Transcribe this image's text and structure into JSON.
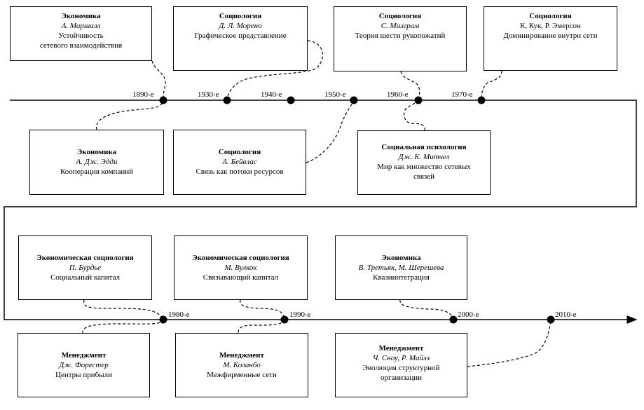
{
  "timeline": {
    "upper_labels": [
      "1890-е",
      "1930-е",
      "1940-е",
      "1950-е",
      "1960-е",
      "1970-е"
    ],
    "lower_labels": [
      "1980-е",
      "1990-е",
      "2000-е",
      "2010-е"
    ]
  },
  "boxes": {
    "b1": {
      "field": "Экономика",
      "author": "А. Маршалл",
      "lines": [
        "Устойчивость",
        "сетевого взаимодействия"
      ]
    },
    "b2": {
      "field": "Социология",
      "author": "Д. Л. Морено",
      "lines": [
        "Графическое представление"
      ]
    },
    "b3": {
      "field": "Социология",
      "author": "С. Милграм",
      "lines": [
        "Теория шести рукопожатий"
      ]
    },
    "b4": {
      "field": "Социология",
      "author": "",
      "lines": [
        "К, Кук, Р. Эмерсон",
        "Доминирование внутри сети"
      ]
    },
    "b5": {
      "field": "Экономика",
      "author": "А. Дж. Эдди",
      "lines": [
        "Кооперация компаний"
      ]
    },
    "b6": {
      "field": "Социология",
      "author": "А. Бейвлас",
      "lines": [
        "Связь как потоки ресурсов"
      ]
    },
    "b7": {
      "field": "Социальная психология",
      "author": "Дж. К. Митчел",
      "lines": [
        "Мир как множество сетевых",
        "связей"
      ]
    },
    "b8": {
      "field": "Экономическая социология",
      "author": "П. Бурдье",
      "lines": [
        "Социальный капитал"
      ]
    },
    "b9": {
      "field": "Экономическая социология",
      "author": "М. Вулкок",
      "lines": [
        "Связывающий капитал"
      ]
    },
    "b10": {
      "field": "Экономика",
      "author": "В. Третьяк, М. Шерешева",
      "lines": [
        "Квазиинтеграция"
      ]
    },
    "b11": {
      "field": "Менеджмент",
      "author": "Дж. Форестер",
      "lines": [
        "Центры прибыли"
      ]
    },
    "b12": {
      "field": "Менеджмент",
      "author": "М. Коланбо",
      "lines": [
        "Межфирменные сети"
      ]
    },
    "b13": {
      "field": "Менеджмент",
      "author": "Ч. Сноу, Р. Майлз",
      "lines": [
        "Эволюция структурной",
        "организации"
      ]
    }
  }
}
